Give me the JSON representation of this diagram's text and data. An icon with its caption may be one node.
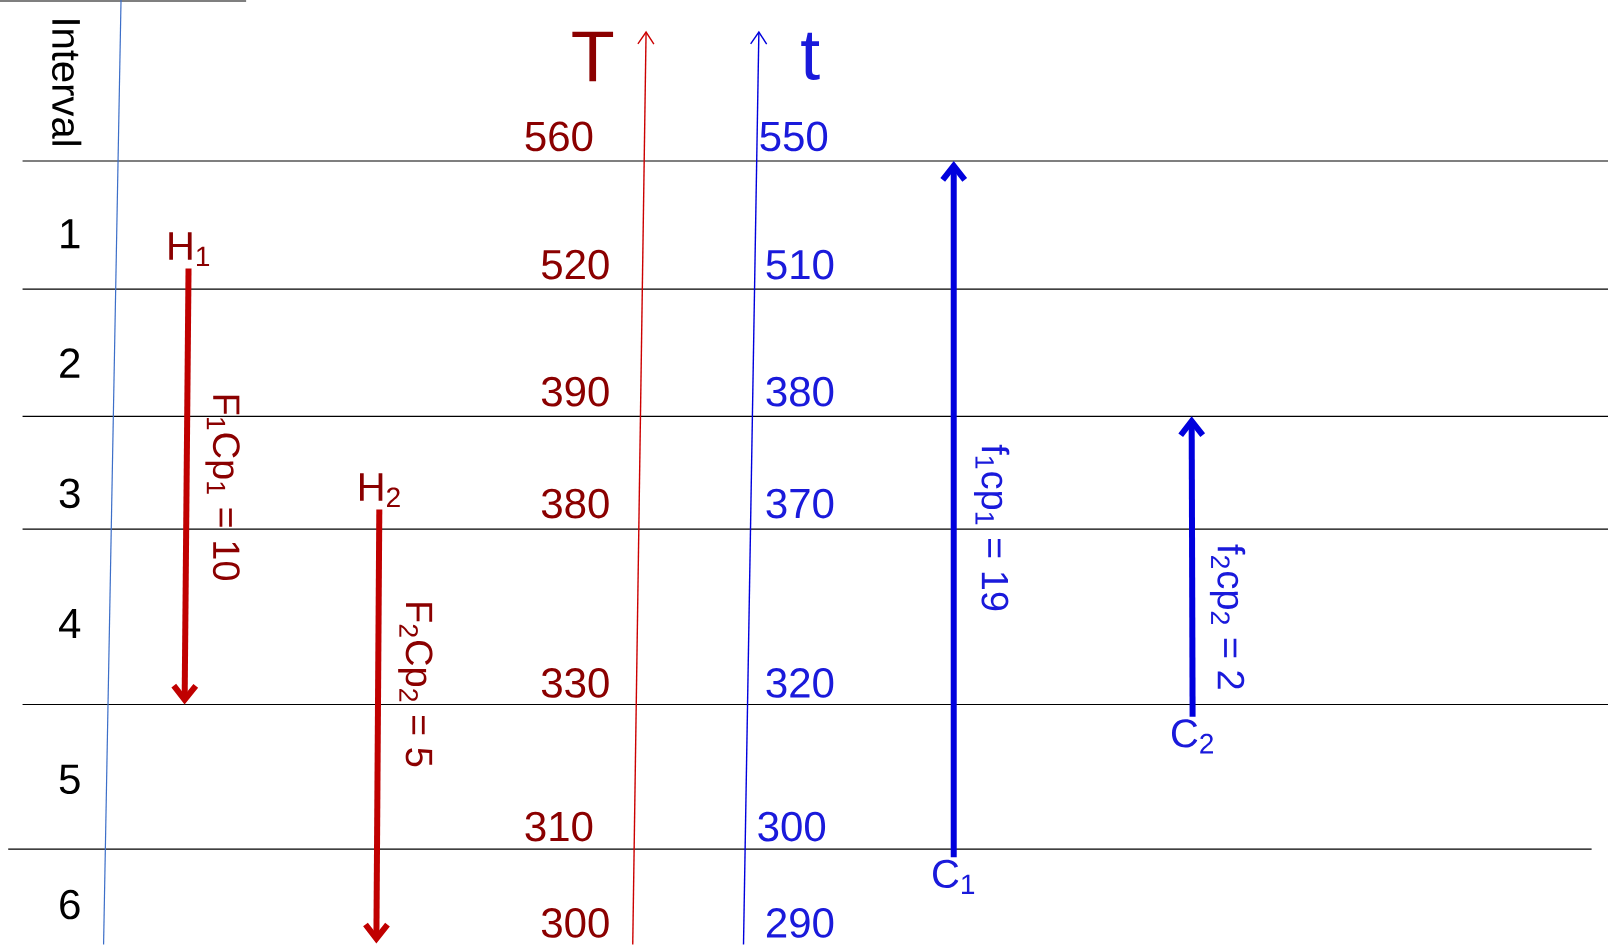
{
  "diagram": {
    "nodes": [
      {
        "text": [
          "H$_{1}$"
        ]
      },
      {
        "text": [
          "H$_{2}$"
        ]
      },
      {
        "text": [
          "C$_{2}$"
        ]
      },
      {
        "text": [
          "C$_{1}$"
        ]
      }
    ],
    "edges": [
      {
        "from": 0,
        "to": null,
        "arrow": "to",
        "label": "F$_{1}$Cp$_{1}$ = 10",
        "color": "#c00000"
      },
      {
        "from": 1,
        "to": null,
        "arrow": "to",
        "label": "F$_{2}$Cp$_{2}$ = 5",
        "color": "#c00000"
      },
      {
        "from": 2,
        "to": null,
        "arrow": "to",
        "label": "f$_{2}$cp$_{2}$ = 2",
        "color": "#0000dd"
      },
      {
        "from": 3,
        "to": null,
        "arrow": "to",
        "label": "f$_{1}$cp$_{1}$ = 19",
        "color": "#0000dd"
      }
    ],
    "labels": [
      "Interval",
      "T",
      "t",
      "560",
      "550",
      "1",
      "520",
      "510",
      "2",
      "390",
      "380",
      "3",
      "380",
      "370",
      "4",
      "330",
      "320",
      "5",
      "310",
      "300",
      "6",
      "300",
      "290"
    ]
  }
}
